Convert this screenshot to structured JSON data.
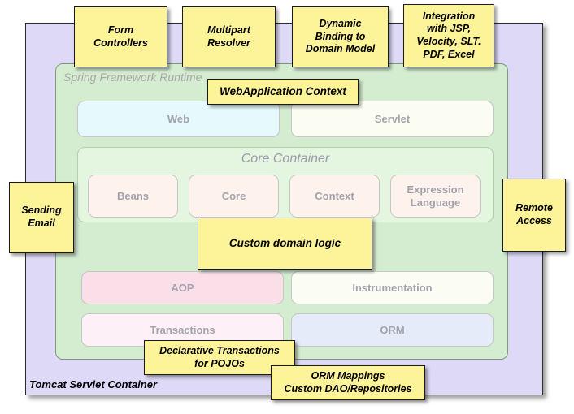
{
  "diagram": {
    "title": "Spring Framework Runtime architecture with annotations",
    "outer_container": {
      "label": "Tomcat Servlet Container",
      "color": "#ddd9f7"
    },
    "runtime_container": {
      "label": "Spring Framework Runtime",
      "color": "#d4ecd0"
    },
    "core_container": {
      "label": "Core Container",
      "color": "#e4f5e0"
    },
    "modules": [
      {
        "label": "Web",
        "color": "#e6fafd"
      },
      {
        "label": "Servlet",
        "color": "#fcfdf2"
      },
      {
        "label": "Beans",
        "color": "#fdf2ec"
      },
      {
        "label": "Core",
        "color": "#fdf2ec"
      },
      {
        "label": "Context",
        "color": "#fdf2ec"
      },
      {
        "label": "Expression Language",
        "color": "#fdf2ec"
      },
      {
        "label": "AOP",
        "color": "#fbdfe8"
      },
      {
        "label": "Instrumentation",
        "color": "#fbfdf4"
      },
      {
        "label": "Transactions",
        "color": "#fdf0f6"
      },
      {
        "label": "ORM",
        "color": "#e6ebfa"
      }
    ],
    "notes": [
      {
        "label": "Form Controllers"
      },
      {
        "label": "Multipart Resolver"
      },
      {
        "label": "Dynamic Binding to Domain Model"
      },
      {
        "label": "Integration with JSP, Velocity, SLT. PDF, Excel"
      },
      {
        "label": "WebApplication Context"
      },
      {
        "label": "Sending Email"
      },
      {
        "label": "Remote Access"
      },
      {
        "label": "Custom domain logic"
      },
      {
        "label": "Declarative Transactions for POJOs"
      },
      {
        "label": "ORM Mappings Custom DAO/Repositories"
      }
    ],
    "note_lines": {
      "form_controllers": "Form\nControllers",
      "multipart_resolver": "Multipart\nResolver",
      "dynamic_binding": "Dynamic\nBinding to\nDomain Model",
      "integration": "Integration\nwith JSP,\nVelocity, SLT.\nPDF, Excel",
      "webapp_context": "WebApplication Context",
      "sending_email": "Sending\nEmail",
      "remote_access": "Remote\nAccess",
      "custom_domain_logic": "Custom domain logic",
      "declarative_transactions": "Declarative Transactions\nfor POJOs",
      "orm_mappings": "ORM Mappings\nCustom DAO/Repositories"
    },
    "colors": {
      "note_fill": "#fdf399",
      "note_border": "#1a1a1a",
      "outer_fill": "#ddd9f7",
      "runtime_fill": "#d4ecd0",
      "core_fill": "#e4f5e0",
      "module_text": "#a3a3ad"
    }
  }
}
